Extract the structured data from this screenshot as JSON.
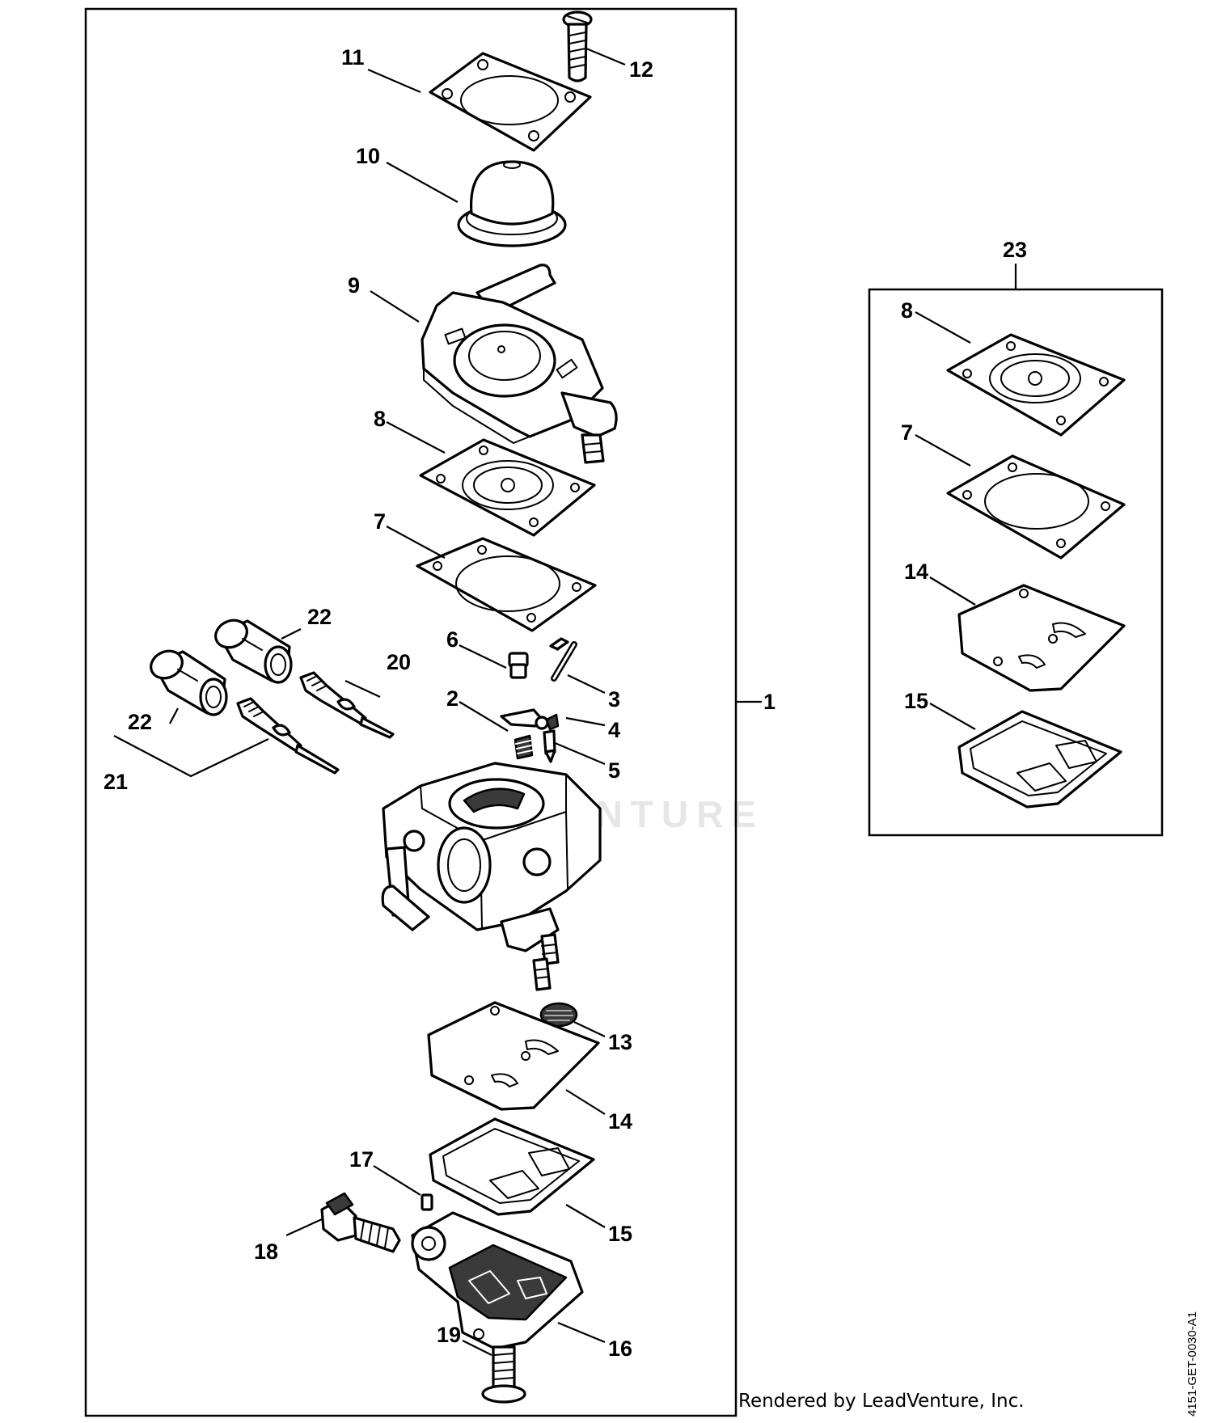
{
  "diagram": {
    "main_group": {
      "label": "1"
    },
    "kit_group": {
      "label": "23"
    },
    "callouts": [
      {
        "id": "2",
        "label": "2"
      },
      {
        "id": "3",
        "label": "3"
      },
      {
        "id": "4",
        "label": "4"
      },
      {
        "id": "5",
        "label": "5"
      },
      {
        "id": "6",
        "label": "6"
      },
      {
        "id": "7",
        "label": "7"
      },
      {
        "id": "8",
        "label": "8"
      },
      {
        "id": "9",
        "label": "9"
      },
      {
        "id": "10",
        "label": "10"
      },
      {
        "id": "11",
        "label": "11"
      },
      {
        "id": "12",
        "label": "12"
      },
      {
        "id": "13",
        "label": "13"
      },
      {
        "id": "14",
        "label": "14"
      },
      {
        "id": "15",
        "label": "15"
      },
      {
        "id": "16",
        "label": "16"
      },
      {
        "id": "17",
        "label": "17"
      },
      {
        "id": "18",
        "label": "18"
      },
      {
        "id": "19",
        "label": "19"
      },
      {
        "id": "20",
        "label": "20"
      },
      {
        "id": "21",
        "label": "21"
      },
      {
        "id": "22a",
        "label": "22"
      },
      {
        "id": "22b",
        "label": "22"
      }
    ],
    "kit_callouts": [
      {
        "id": "k8",
        "label": "8"
      },
      {
        "id": "k7",
        "label": "7"
      },
      {
        "id": "k14",
        "label": "14"
      },
      {
        "id": "k15",
        "label": "15"
      }
    ]
  },
  "watermark": {
    "text": "LEADVENTURE"
  },
  "footer": {
    "credit": "Rendered by LeadVenture, Inc.",
    "drawing_code": "4151-GET-0030-A1"
  }
}
